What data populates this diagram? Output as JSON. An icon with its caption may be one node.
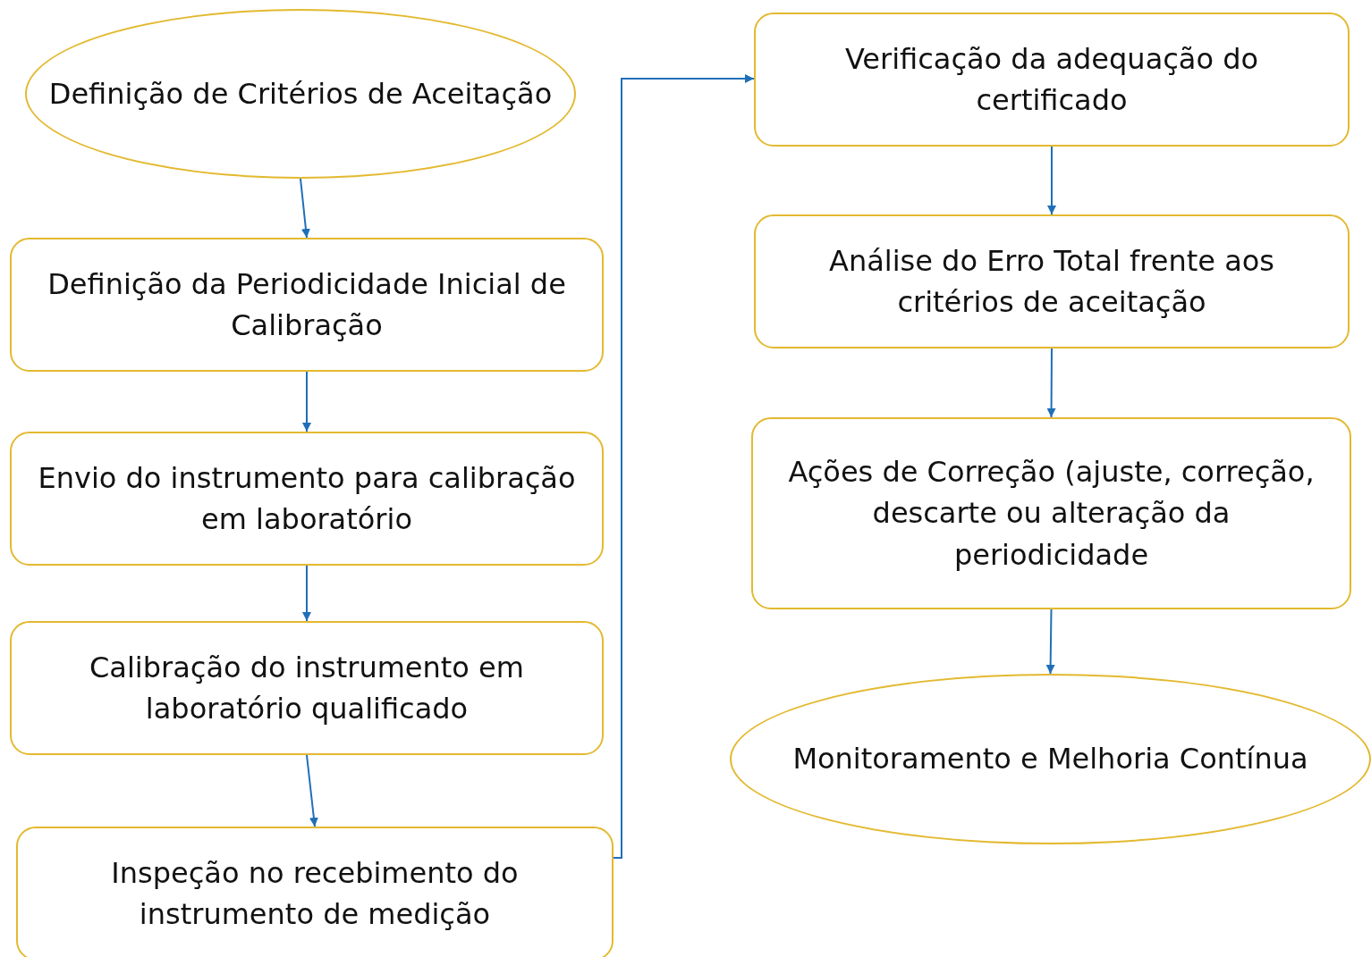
{
  "diagram": {
    "nodes": [
      {
        "text": [
          "Definição de Critérios de Aceitação"
        ]
      },
      {
        "text": [
          "Definição da Periodicidade Inicial de Calibração"
        ]
      },
      {
        "text": [
          "Envio do instrumento para calibração em laboratório"
        ]
      },
      {
        "text": [
          "Calibração do instrumento em laboratório qualificado"
        ]
      },
      {
        "text": [
          "Inspeção no recebimento do instrumento de medição"
        ]
      },
      {
        "text": [
          "Verificação da adequação do certificado"
        ]
      },
      {
        "text": [
          "Análise do Erro Total frente aos critérios de aceitação"
        ]
      },
      {
        "text": [
          "Ações de Correção (ajuste, correção, descarte ou alteração da periodicidade"
        ]
      },
      {
        "text": [
          "Monitoramento e Melhoria Contínua"
        ]
      }
    ],
    "edges": [
      {
        "from": 0,
        "to": 1,
        "arrow": "to"
      },
      {
        "from": 1,
        "to": 2,
        "arrow": "to"
      },
      {
        "from": 2,
        "to": 3,
        "arrow": "to"
      },
      {
        "from": 3,
        "to": 4,
        "arrow": "to"
      },
      {
        "from": 4,
        "to": 5,
        "arrow": "to"
      },
      {
        "from": 5,
        "to": 6,
        "arrow": "to"
      },
      {
        "from": 6,
        "to": 7,
        "arrow": "to"
      },
      {
        "from": 7,
        "to": 8,
        "arrow": "to"
      }
    ]
  }
}
